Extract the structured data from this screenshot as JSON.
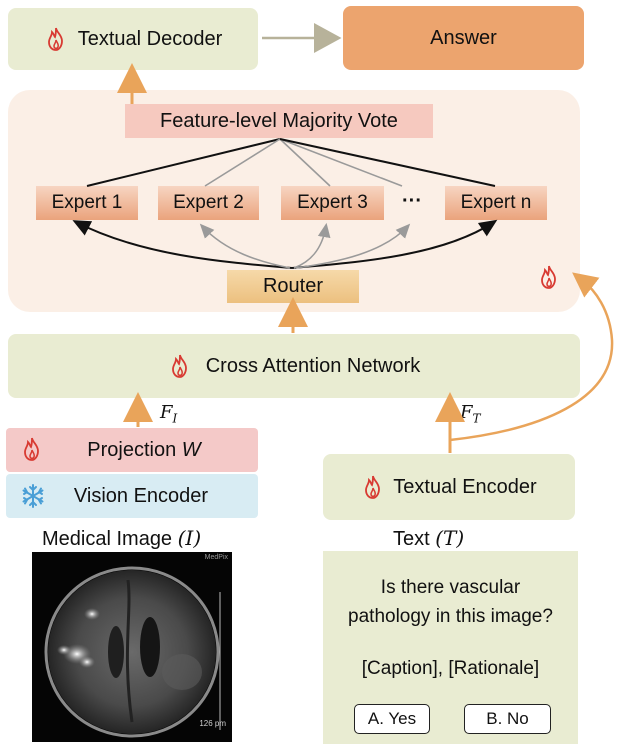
{
  "top": {
    "textual_decoder": "Textual Decoder",
    "answer": "Answer"
  },
  "moe": {
    "vote": "Feature-level Majority Vote",
    "experts": [
      "Expert 1",
      "Expert 2",
      "Expert 3",
      "···",
      "Expert n"
    ],
    "router": "Router"
  },
  "cross_attention": "Cross Attention Network",
  "features": {
    "fi": "F",
    "fi_sub": "I",
    "ft": "F",
    "ft_sub": "T"
  },
  "vision": {
    "projection": "Projection",
    "projection_var": "W",
    "encoder": "Vision Encoder",
    "caption": "Medical Image",
    "caption_var": "(I)",
    "watermark": "MedPix",
    "scale_text": "126 pm"
  },
  "text": {
    "encoder": "Textual Encoder",
    "caption": "Text",
    "caption_var": "(T)",
    "question_line1": "Is there vascular",
    "question_line2": "pathology in this image?",
    "extras": "[Caption], [Rationale]",
    "option_a": "A. Yes",
    "option_b": "B. No"
  },
  "icons": {
    "flame": "flame-icon",
    "snowflake": "snowflake-icon"
  },
  "colors": {
    "green_box": "#e9ecd2",
    "answer": "#eca46e",
    "moe_bg": "#fbefe6",
    "vote": "#f6c9bf",
    "expert": "#eaa37c",
    "router": "#f0c48f",
    "projection": "#f4c9c8",
    "vision_encoder": "#d8ecf3",
    "arrow_orange": "#e9a45a",
    "flame_red": "#d83a32",
    "snowflake_blue": "#4a9fd6"
  }
}
